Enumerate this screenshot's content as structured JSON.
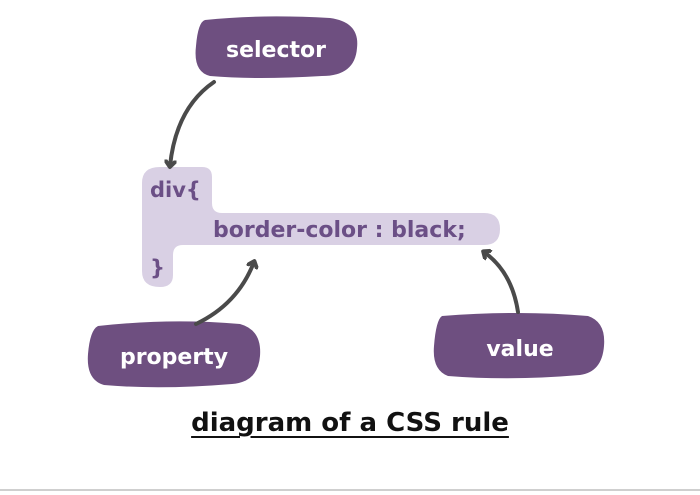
{
  "code": {
    "open_line": "div{",
    "declaration": "border-color : black;",
    "close_line": "}"
  },
  "labels": {
    "selector": "selector",
    "property": "property",
    "value": "value"
  },
  "caption": "diagram of a CSS rule",
  "colors": {
    "tag_fill": "#6e4f80",
    "code_box_fill": "#d9d0e4",
    "code_text": "#6b4f86",
    "arrow": "#4a4a4a"
  }
}
